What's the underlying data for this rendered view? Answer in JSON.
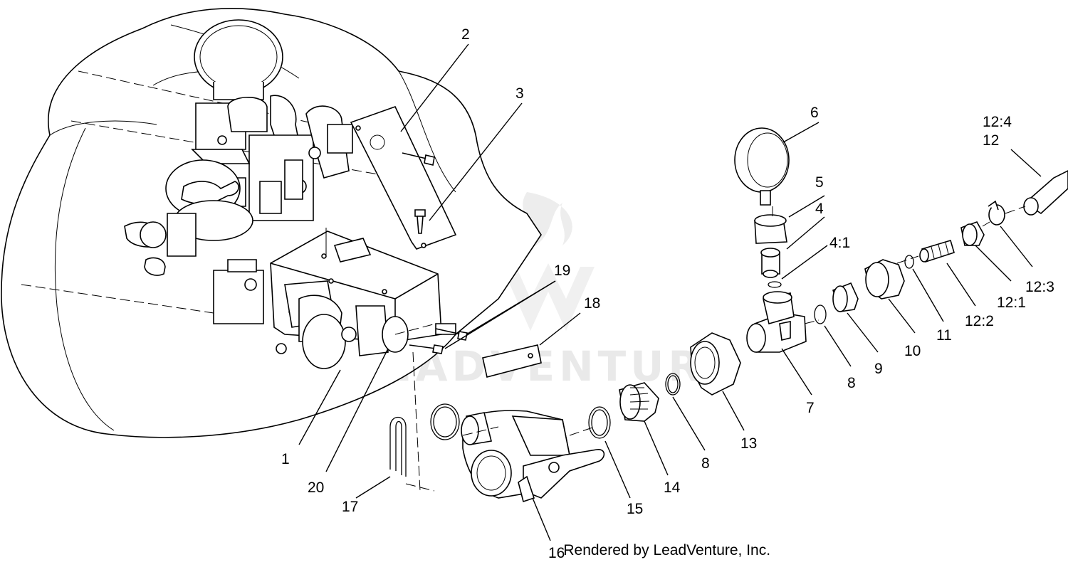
{
  "watermark": "LEADVENTURE",
  "credit": "Rendered by LeadVenture, Inc.",
  "callouts": {
    "c1": "1",
    "c2": "2",
    "c3": "3",
    "c4": "4",
    "c4_1": "4:1",
    "c5": "5",
    "c6": "6",
    "c7": "7",
    "c8a": "8",
    "c8b": "8",
    "c9": "9",
    "c10": "10",
    "c11": "11",
    "c12": "12",
    "c12_1": "12:1",
    "c12_2": "12:2",
    "c12_3": "12:3",
    "c12_4": "12:4",
    "c13": "13",
    "c14": "14",
    "c15": "15",
    "c16": "16",
    "c17": "17",
    "c18": "18",
    "c19": "19",
    "c20": "20"
  }
}
